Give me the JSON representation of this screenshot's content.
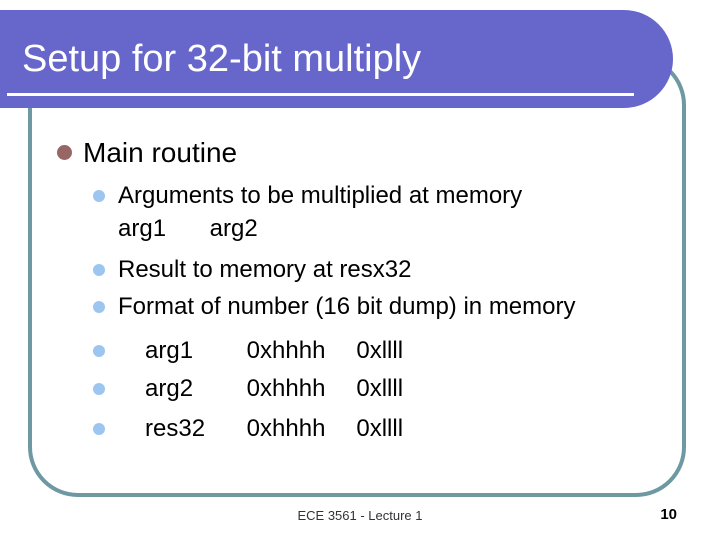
{
  "slide": {
    "title": "Setup for 32-bit multiply",
    "footer": "ECE 3561 - Lecture 1",
    "page_number": "10"
  },
  "content": {
    "heading": "Main routine",
    "arguments_line": "Arguments to be multiplied at memory",
    "arguments_cont": {
      "a": "arg1",
      "b": "arg2"
    },
    "result_line": "Result to memory at resx32",
    "format_line": "Format of number (16 bit dump) in memory",
    "rows": [
      {
        "name": "arg1",
        "high": "0xhhhh",
        "low": "0xllll"
      },
      {
        "name": "arg2",
        "high": "0xhhhh",
        "low": "0xllll"
      },
      {
        "name": "res32",
        "high": "0xhhhh",
        "low": "0xllll"
      }
    ]
  },
  "colors": {
    "banner_background": "#6666cb",
    "panel_border": "#6e99a3",
    "level1_bullet": "#996666",
    "level2_bullet": "#9cc6ef",
    "title_text": "#ffffff",
    "body_text": "#000000"
  }
}
